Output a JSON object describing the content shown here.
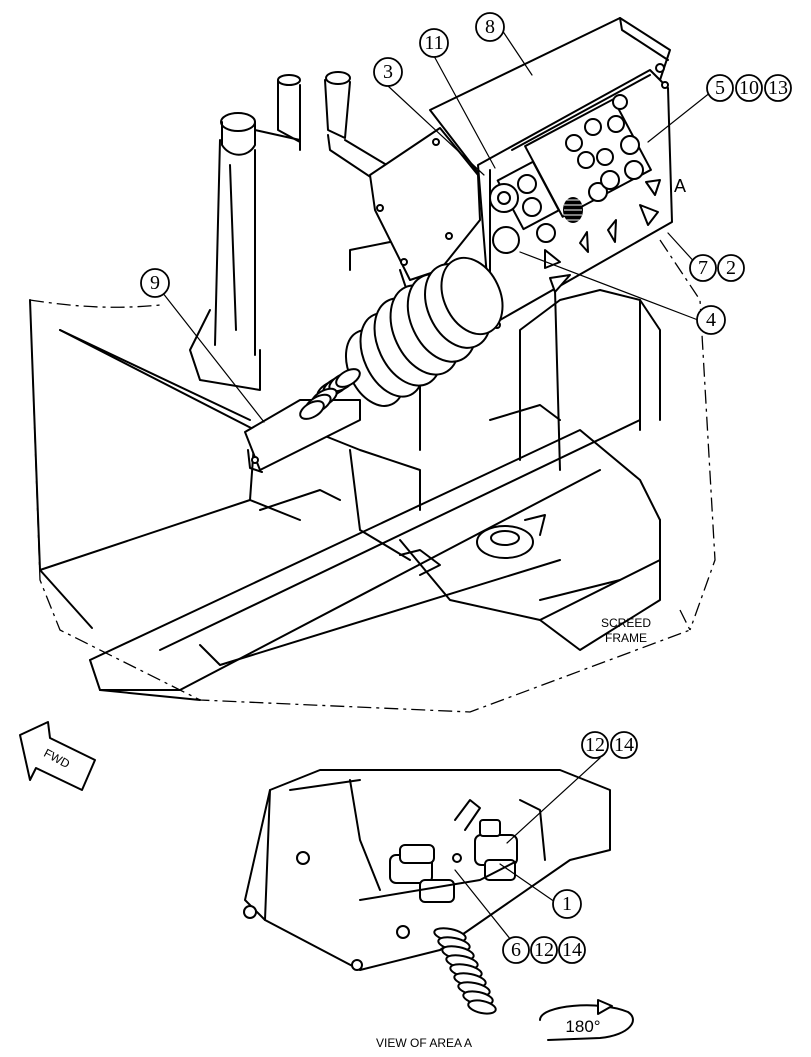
{
  "callouts": {
    "c1": "1",
    "c2": "2",
    "c3": "3",
    "c4": "4",
    "c5": "5",
    "c6": "6",
    "c7": "7",
    "c8": "8",
    "c9": "9",
    "c10": "10",
    "c11": "11",
    "c12": "12",
    "c13": "13",
    "c14": "14"
  },
  "labels": {
    "area_marker": "A",
    "screed_line1": "SCREED",
    "screed_line2": "FRAME",
    "fwd": "FWD",
    "view_caption": "VIEW OF AREA  A",
    "rotation": "180°"
  }
}
